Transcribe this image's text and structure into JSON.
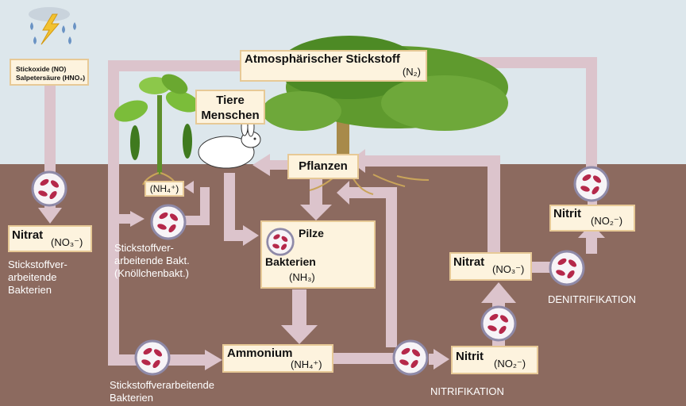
{
  "boxes": {
    "atmospheric": {
      "title": "Atmosphärischer Stickstoff",
      "formula": "(N₂)"
    },
    "oxides": {
      "line1": "Stickoxide   (NO)",
      "line2": "Salpetersäure  (HNO₃)"
    },
    "animals": {
      "line1": "Tiere",
      "line2": "Menschen"
    },
    "plants": {
      "title": "Pflanzen"
    },
    "nitrate_left": {
      "title": "Nitrat",
      "formula": "(NO₃⁻)"
    },
    "nh4_small": {
      "formula": "(NH₄⁺)"
    },
    "decomposers": {
      "fungi": "Pilze",
      "bacteria": "Bakterien",
      "formula": "(NH₃)"
    },
    "ammonium": {
      "title": "Ammonium",
      "formula": "(NH₄⁺)"
    },
    "nitrite_bottom": {
      "title": "Nitrit",
      "formula": "(NO₂⁻)"
    },
    "nitrate_right": {
      "title": "Nitrat",
      "formula": "(NO₃⁻)"
    },
    "nitrite_right": {
      "title": "Nitrit",
      "formula": "(NO₂⁻)"
    }
  },
  "labels": {
    "bacteria_left": [
      "Stickstoffver-",
      "arbeitende",
      "Bakterien"
    ],
    "nodule_bacteria": [
      "Stickstoffver-",
      "arbeitende Bakt.",
      "(Knöllchenbakt.)"
    ],
    "bacteria_bottom": [
      "Stickstoffverarbeitende",
      "Bakterien"
    ],
    "nitrification": "NITRIFIKATION",
    "denitrification": "DENITRIFIKATION"
  },
  "colors": {
    "sky": "#dde7ec",
    "soil": "#8c6a5f",
    "arrow": "#dcc4cc",
    "box_fill": "#fdf3de",
    "box_border": "#e7c996",
    "bacteria": "#b5284a"
  },
  "icons": [
    "thunderstorm-icon",
    "rabbit-icon",
    "bean-plant-icon",
    "tree-icon",
    "mushroom-icon",
    "bacteria-icon"
  ]
}
